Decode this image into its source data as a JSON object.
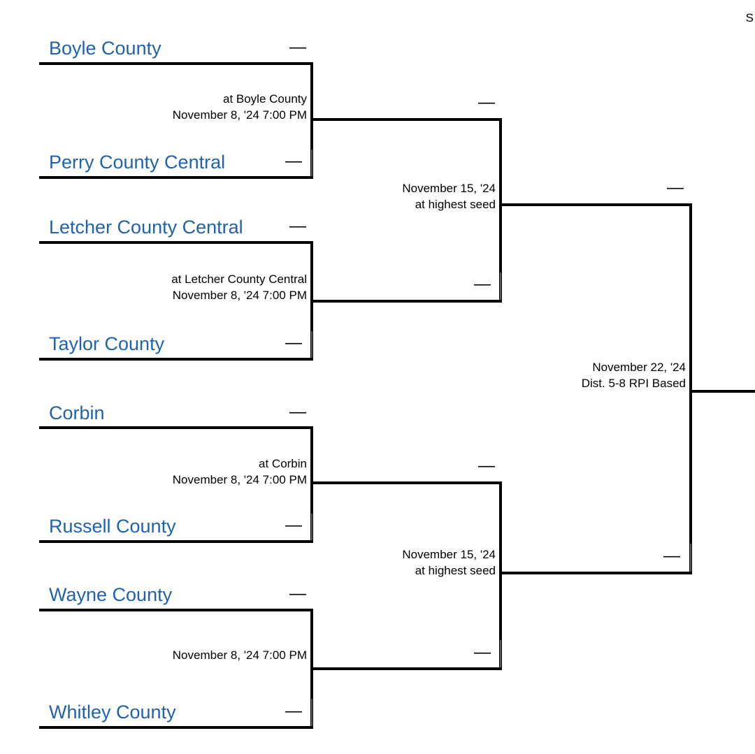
{
  "corner_text": "S",
  "placeholder": "—",
  "round1": [
    {
      "top_team": "Boyle County",
      "top_score": "—",
      "bottom_team": "Perry County Central",
      "bottom_score": "—",
      "site": "at Boyle County",
      "datetime": "November 8, '24 7:00 PM"
    },
    {
      "top_team": "Letcher County Central",
      "top_score": "—",
      "bottom_team": "Taylor County",
      "bottom_score": "—",
      "site": "at Letcher County Central",
      "datetime": "November 8, '24 7:00 PM"
    },
    {
      "top_team": "Corbin",
      "top_score": "—",
      "bottom_team": "Russell County",
      "bottom_score": "—",
      "site": "at Corbin",
      "datetime": "November 8, '24 7:00 PM"
    },
    {
      "top_team": "Wayne County",
      "top_score": "—",
      "bottom_team": "Whitley County",
      "bottom_score": "—",
      "site": "",
      "datetime": "November 8, '24 7:00 PM"
    }
  ],
  "round2": [
    {
      "top_score": "—",
      "bottom_score": "—",
      "date": "November 15, '24",
      "site": "at highest seed"
    },
    {
      "top_score": "—",
      "bottom_score": "—",
      "date": "November 15, '24",
      "site": "at highest seed"
    }
  ],
  "round3": [
    {
      "top_score": "—",
      "bottom_score": "—",
      "date": "November 22, '24",
      "site": "Dist. 5-8 RPI Based"
    }
  ]
}
